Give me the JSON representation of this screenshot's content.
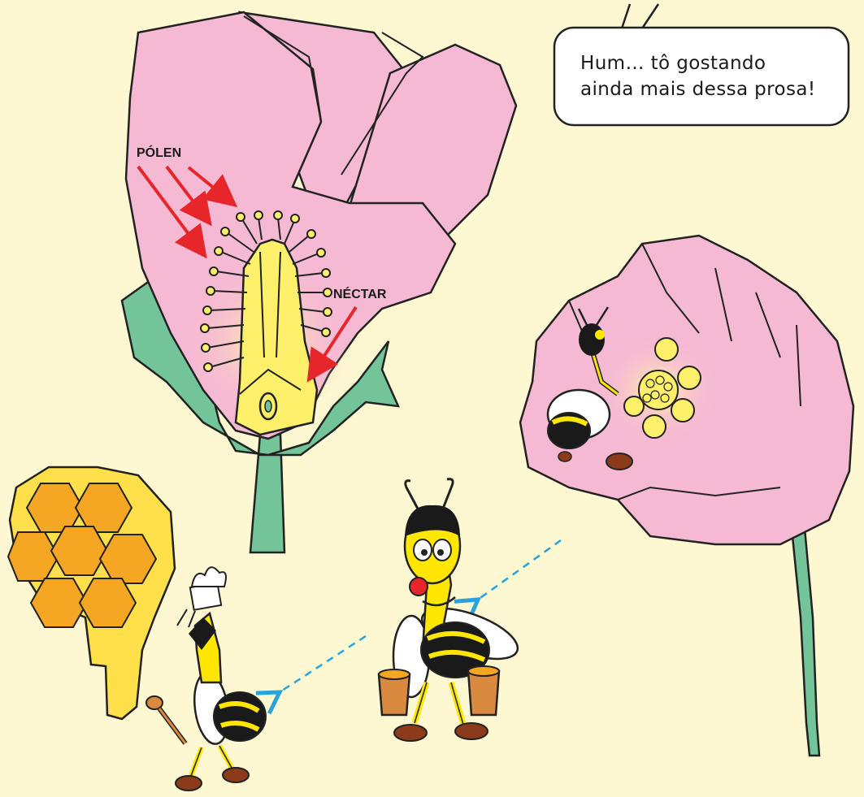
{
  "speech_bubble": {
    "line1": "Hum… tô gostando",
    "line2": "ainda mais dessa prosa!"
  },
  "labels": {
    "pollen": "PÓLEN",
    "nectar": "NÉCTAR"
  },
  "colors": {
    "background": "#FDF7D2",
    "petal": "#F6B9D3",
    "sepal": "#74C49A",
    "flower_center": "#FFF06B",
    "label_arrow": "#E6262B",
    "flow_arrow": "#29A3DB",
    "honeycomb_cell": "#F5A623",
    "honey": "#FFE04A",
    "bee_body": "#FFE600",
    "bee_stripe": "#1A1A1A"
  }
}
